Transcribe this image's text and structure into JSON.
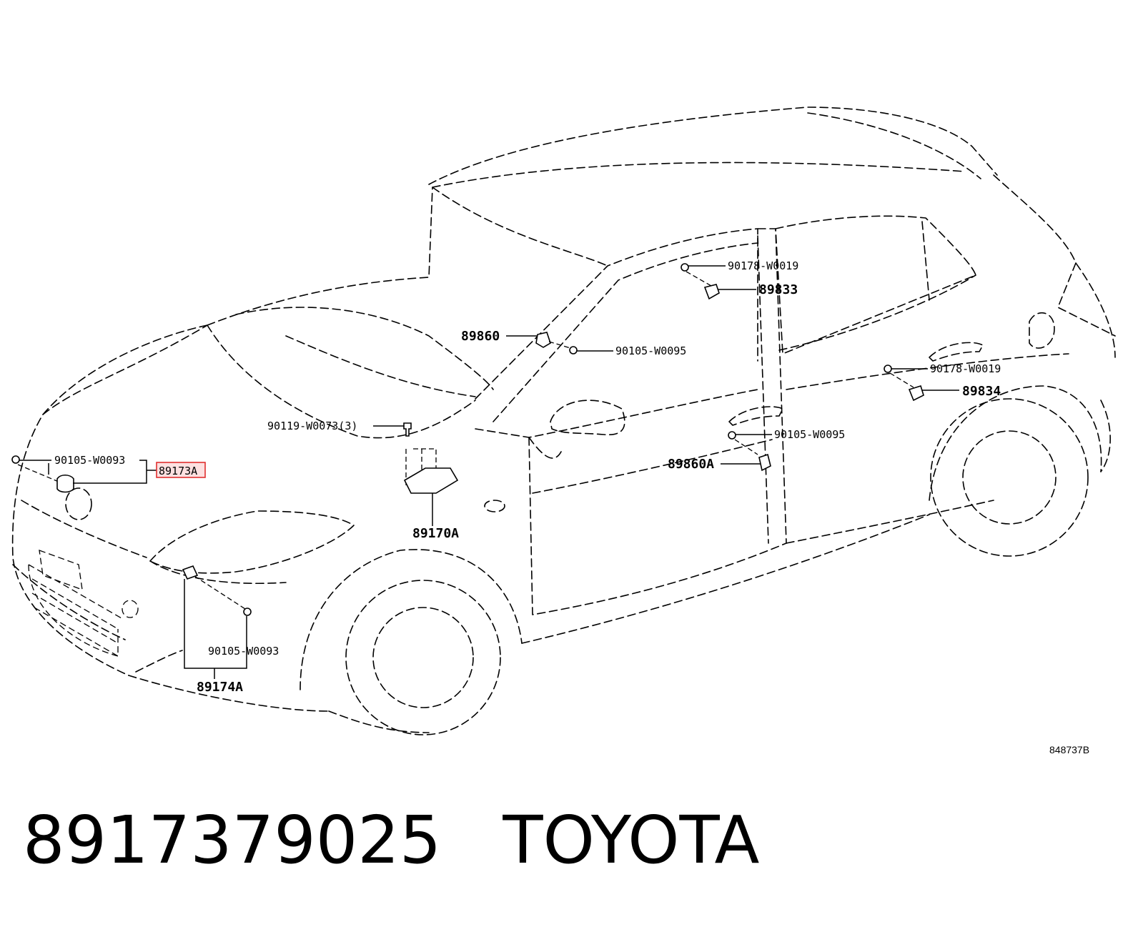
{
  "diagram": {
    "highlight_color": "#e03030",
    "callouts": {
      "c_90178_w0019_a": "90178-W0019",
      "c_89833": "89833",
      "c_89860": "89860",
      "c_90105_w0095_a": "90105-W0095",
      "c_90178_w0019_b": "90178-W0019",
      "c_89834": "89834",
      "c_90119_w0073": "90119-W0073(3)",
      "c_90105_w0095_b": "90105-W0095",
      "c_90105_w0093_a": "90105-W0093",
      "c_89173a": "89173A",
      "c_89860a": "89860A",
      "c_89170a": "89170A",
      "c_90105_w0093_b": "90105-W0093",
      "c_89174a": "89174A"
    },
    "reference_code": "848737B"
  },
  "footer": {
    "part_number": "8917379025",
    "brand": "TOYOTA"
  }
}
